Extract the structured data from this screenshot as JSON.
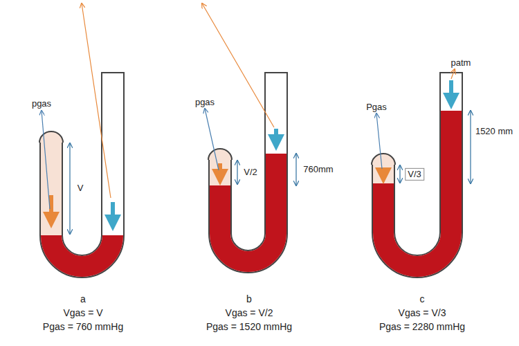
{
  "diagram": {
    "labels": [
      "pgas",
      "V",
      "a",
      "Vgas = V",
      "Pgas = 760 mmHg",
      "pgas",
      "V/2",
      "760mm",
      "b",
      "Vgas = V/2",
      "Pgas = 1520 mmHg",
      "Pgas",
      "V/3",
      "1520 mm",
      "patm",
      "c",
      "Vgas = V/3",
      "Pgas = 2280 mmHg"
    ]
  }
}
